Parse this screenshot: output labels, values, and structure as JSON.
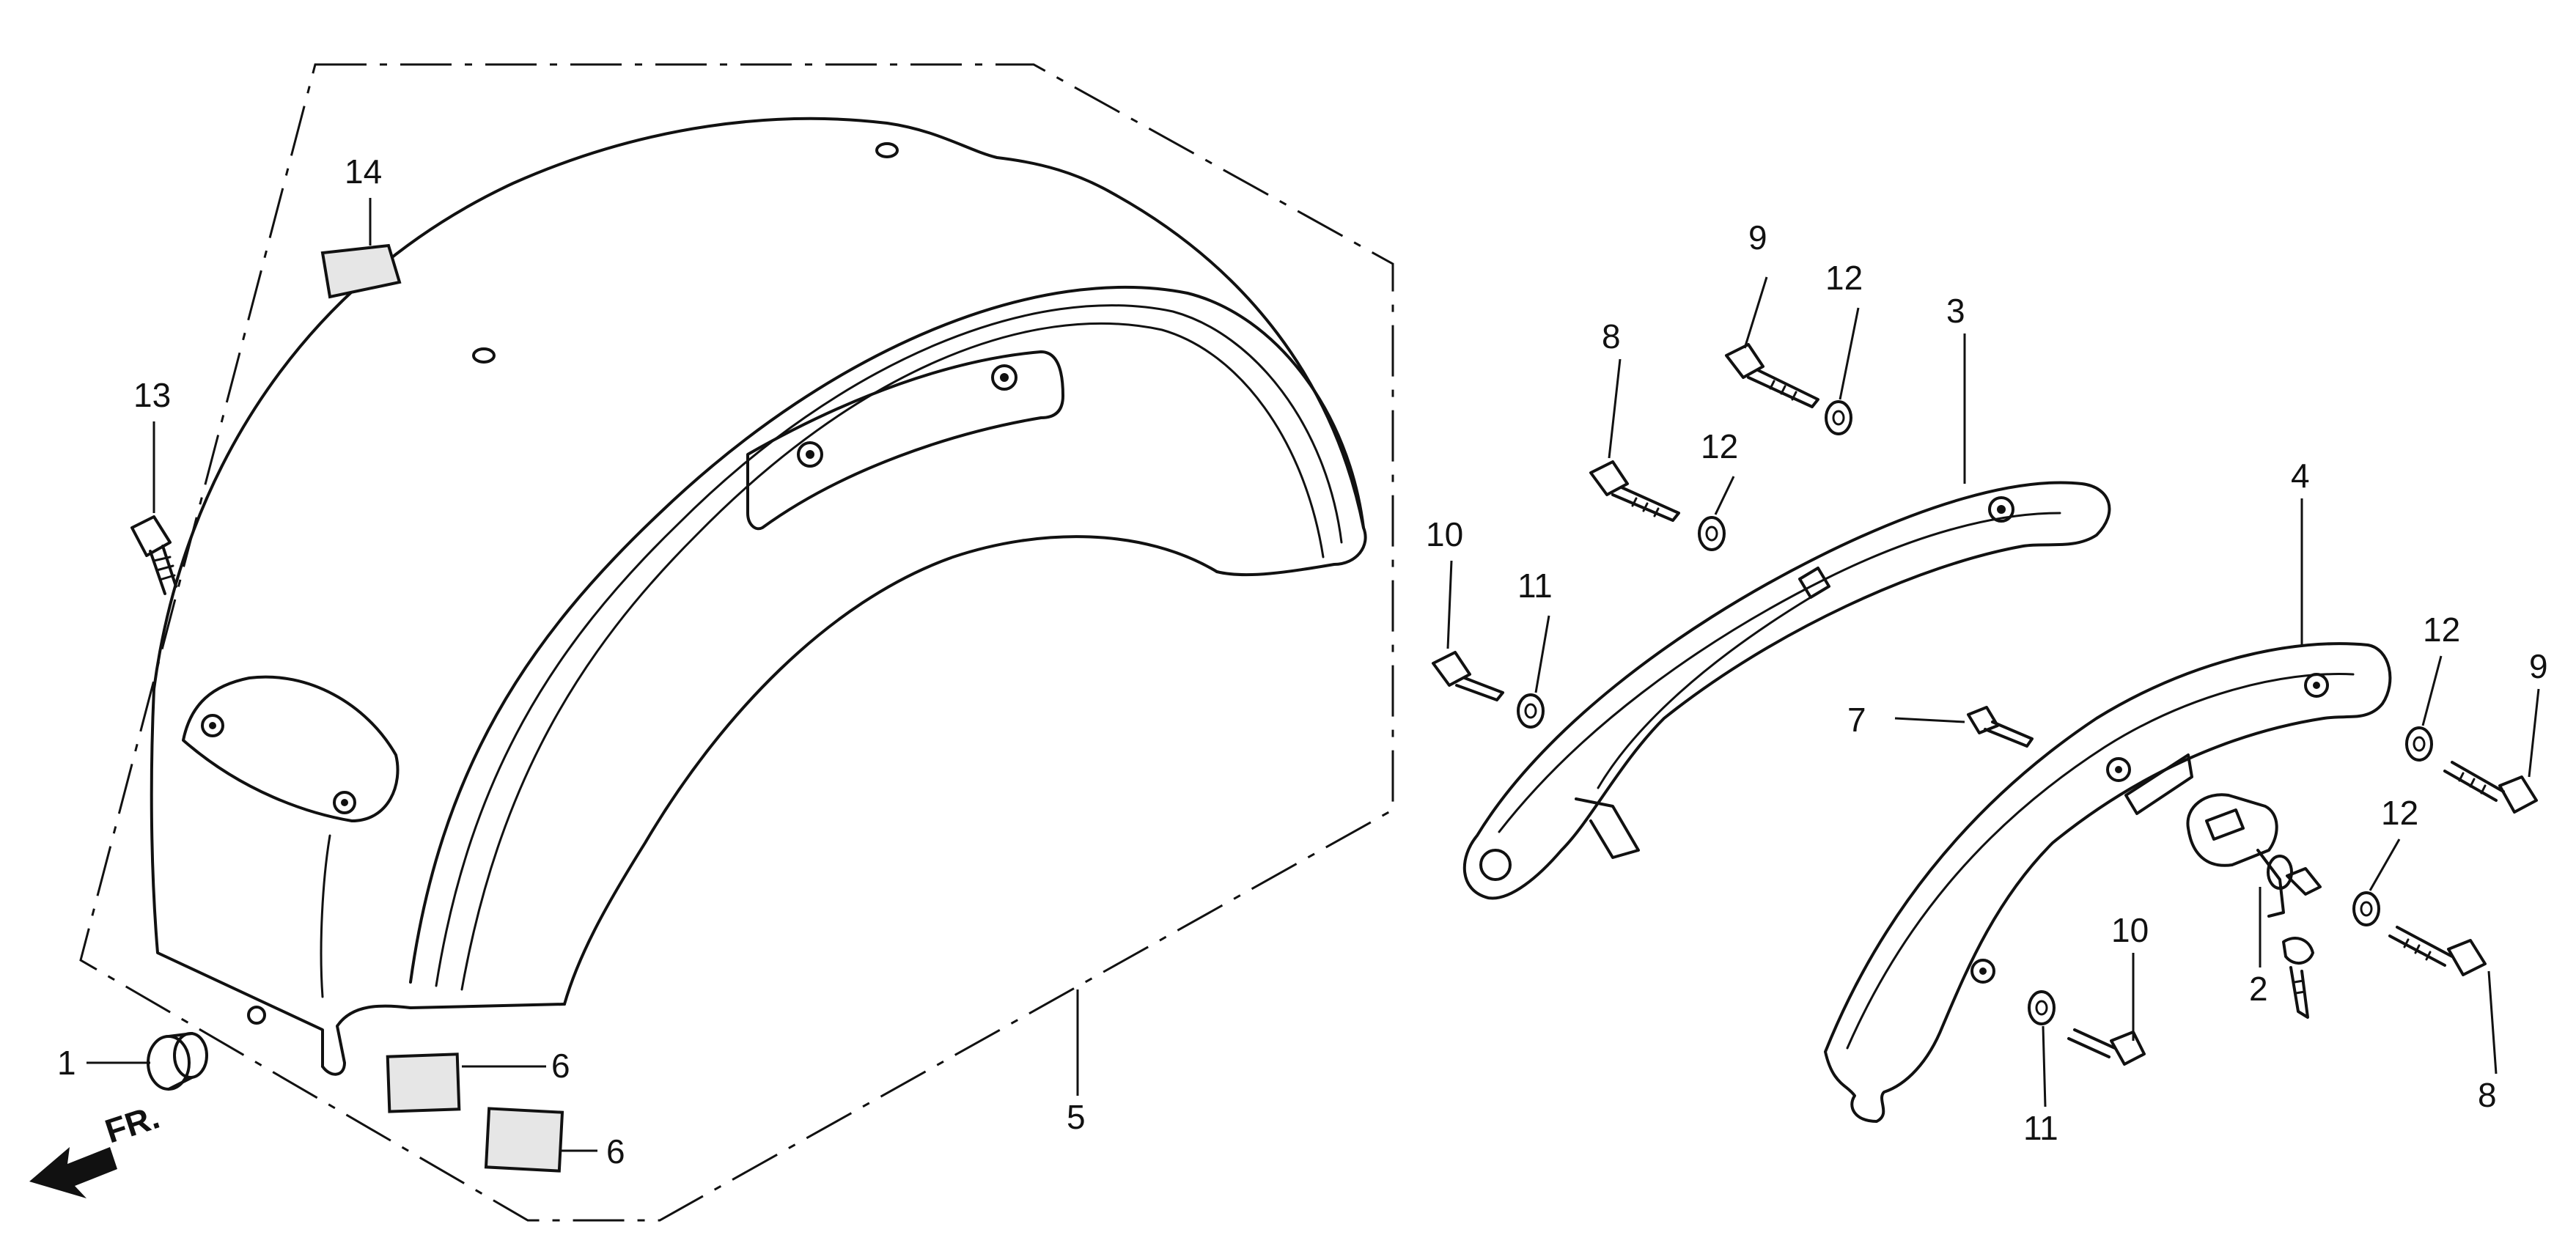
{
  "direction_label": "FR.",
  "callouts": [
    "1",
    "2",
    "3",
    "4",
    "5",
    "6",
    "6",
    "7",
    "8",
    "8",
    "9",
    "9",
    "10",
    "10",
    "11",
    "11",
    "12",
    "12",
    "12",
    "12",
    "13",
    "14"
  ],
  "colors": {
    "line": "#111111",
    "background": "#ffffff",
    "pad_fill": "#e6e6e6"
  }
}
